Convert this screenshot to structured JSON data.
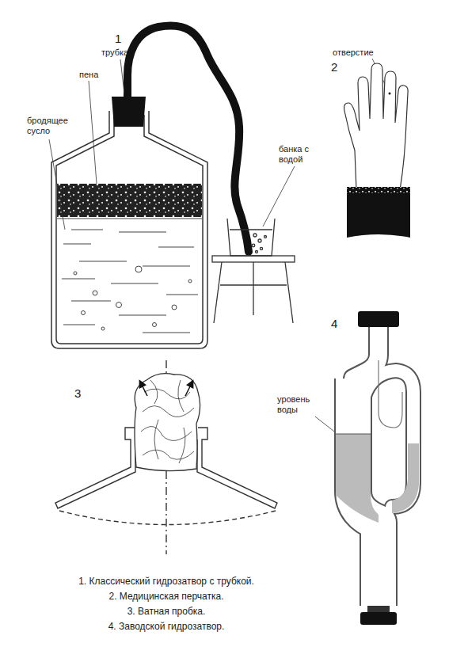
{
  "diagram": {
    "labels": [
      "1",
      "трубка",
      "пена",
      "бродящее сусло",
      "банка с водой",
      "2",
      "отверстие",
      "3",
      "4",
      "уровень воды",
      "1. Классический гидрозатвор с трубкой.",
      "2. Медицинская перчатка.",
      "3. Ватная пробка.",
      "4. Заводской гидрозатвор."
    ]
  }
}
